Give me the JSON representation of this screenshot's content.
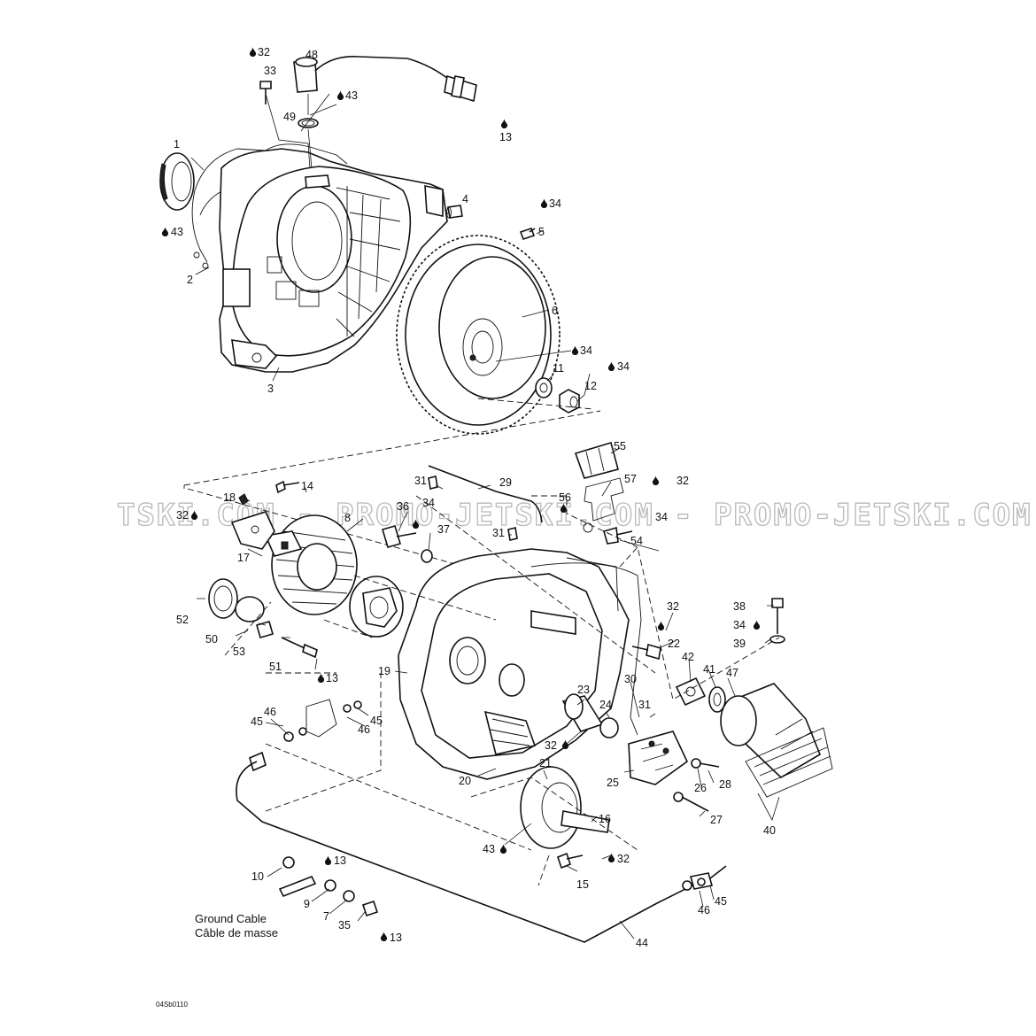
{
  "watermark": "TSKI.COM - PROMO-JETSKI.COM - PROMO-JETSKI.COM",
  "drawing_code": "04Sb0110",
  "ground_cable_label": {
    "en": "Ground Cable",
    "fr": "Câble de masse"
  },
  "icons": {
    "grease_drop": "grease-drop-icon"
  },
  "callouts": {
    "c1": "1",
    "c43a": "43",
    "c2": "2",
    "c3": "3",
    "c32a": "32",
    "c33": "33",
    "c48": "48",
    "c43b": "43",
    "c49": "49",
    "c13a": "13",
    "c4": "4",
    "c34a": "34",
    "c5": "5",
    "c6": "6",
    "c34b": "34",
    "c11": "11",
    "c34c": "34",
    "c12": "12",
    "c55": "55",
    "c57": "57",
    "c32b": "32",
    "c31a": "31",
    "c29": "29",
    "c56": "56",
    "c14": "14",
    "c18": "18",
    "c32c": "32",
    "c8": "8",
    "c36": "36",
    "c34d": "34",
    "c37": "37",
    "c31b": "31",
    "c34e": "34",
    "c54": "54",
    "c17": "17",
    "c38": "38",
    "c34f": "34",
    "c39": "39",
    "c32d": "32",
    "c22": "22",
    "c52": "52",
    "c50": "50",
    "c53": "53",
    "c51": "51",
    "c13b": "13",
    "c42": "42",
    "c41": "41",
    "c47": "47",
    "c19": "19",
    "c30": "30",
    "c31c": "31",
    "c23": "23",
    "c24": "24",
    "c32e": "32",
    "c46a": "46",
    "c45a": "45",
    "c45b": "45",
    "c46b": "46",
    "c21": "21",
    "c20": "20",
    "c25": "25",
    "c26": "26",
    "c28": "28",
    "c27": "27",
    "c16": "16",
    "c40": "40",
    "c43c": "43",
    "c32f": "32",
    "c15": "15",
    "c10": "10",
    "c13c": "13",
    "c9": "9",
    "c7": "7",
    "c35": "35",
    "c13d": "13",
    "c46c": "46",
    "c45c": "45",
    "c44": "44"
  }
}
